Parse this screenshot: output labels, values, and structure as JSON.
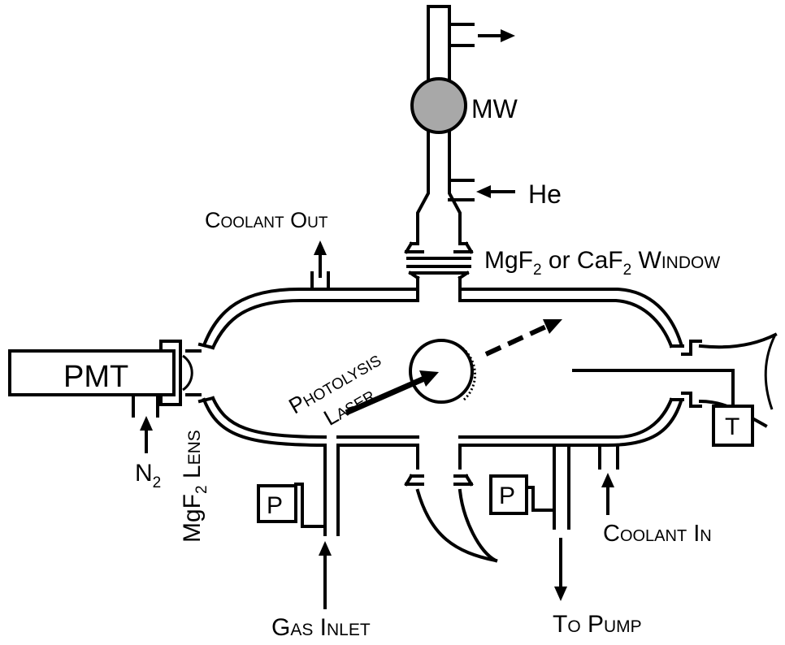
{
  "colors": {
    "line": "#000000",
    "microwave_fill": "#a8a8a8",
    "background": "#ffffff"
  },
  "labels": {
    "pmt": "PMT",
    "mw": "MW",
    "he": "He",
    "coolant_out": "Coolant Out",
    "window": {
      "pre": "MgF",
      "sub1": "2",
      "mid": " or CaF",
      "sub2": "2",
      "post": " Window"
    },
    "photolysis": "Photolysis",
    "laser": "Laser",
    "n2": {
      "main": "N",
      "sub": "2"
    },
    "lens": {
      "pre": "MgF",
      "sub": "2",
      "post": " Lens"
    },
    "pressure_left": "P",
    "pressure_right": "P",
    "thermocouple": "T",
    "gas_inlet": "Gas Inlet",
    "to_pump": "To Pump",
    "coolant_in": "Coolant In"
  }
}
